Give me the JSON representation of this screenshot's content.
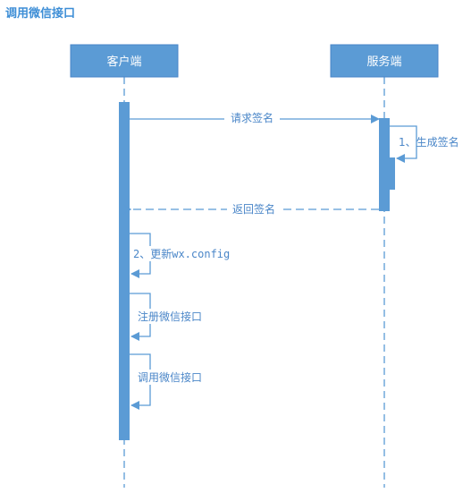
{
  "title": "调用微信接口",
  "colors": {
    "accent": "#5b9bd5",
    "box": "#5b9bd5",
    "box_border": "#4a86c8",
    "line": "#5b9bd5",
    "label": "#4a86c8",
    "title": "#3d8ed6"
  },
  "actors": [
    {
      "id": "client",
      "label": "客户端"
    },
    {
      "id": "server",
      "label": "服务端"
    }
  ],
  "messages": [
    {
      "from": "client",
      "to": "server",
      "type": "sync",
      "label": "请求签名"
    },
    {
      "from": "server",
      "to": "server",
      "type": "self",
      "label": "1、生成签名"
    },
    {
      "from": "server",
      "to": "client",
      "type": "return",
      "label": "返回签名"
    },
    {
      "from": "client",
      "to": "client",
      "type": "self",
      "label": "2、更新wx.config"
    },
    {
      "from": "client",
      "to": "client",
      "type": "self",
      "label": "注册微信接口"
    },
    {
      "from": "client",
      "to": "client",
      "type": "self",
      "label": "调用微信接口"
    }
  ]
}
